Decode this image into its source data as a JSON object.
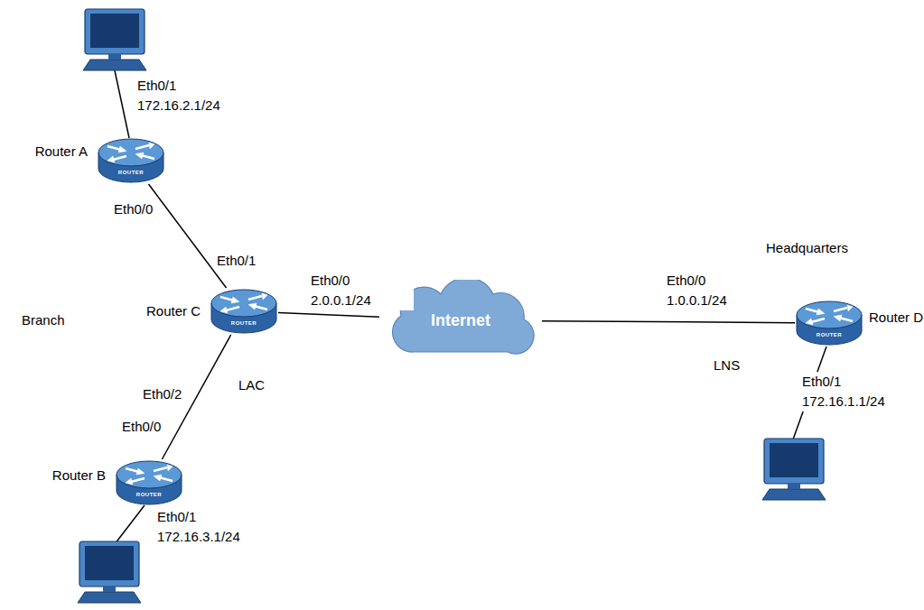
{
  "diagram": {
    "nodes": [
      {
        "text": [
          "Router A",
          "ROUTER"
        ]
      },
      {
        "text": [
          "Router C",
          "ROUTER"
        ]
      },
      {
        "text": [
          "Router B",
          "ROUTER"
        ]
      },
      {
        "text": [
          "Internet"
        ]
      },
      {
        "text": [
          "Router D",
          "ROUTER"
        ]
      }
    ],
    "edges": [
      {
        "from": 0,
        "to": 1,
        "arrow": "none"
      },
      {
        "from": 2,
        "to": 1,
        "arrow": "none"
      },
      {
        "from": 1,
        "to": 3,
        "arrow": "none"
      },
      {
        "from": 3,
        "to": 4,
        "arrow": "none"
      }
    ],
    "labels": [
      "Eth0/1 172.16.2.1/24",
      "Eth0/0",
      "Eth0/1",
      "Branch",
      "Eth0/0 2.0.0.1/24",
      "Eth0/2",
      "Eth0/0",
      "LAC",
      "Eth0/1 172.16.3.1/24",
      "Eth0/0 1.0.0.1/24",
      "Headquarters",
      "LNS",
      "Eth0/1 172.16.1.1/24"
    ]
  }
}
